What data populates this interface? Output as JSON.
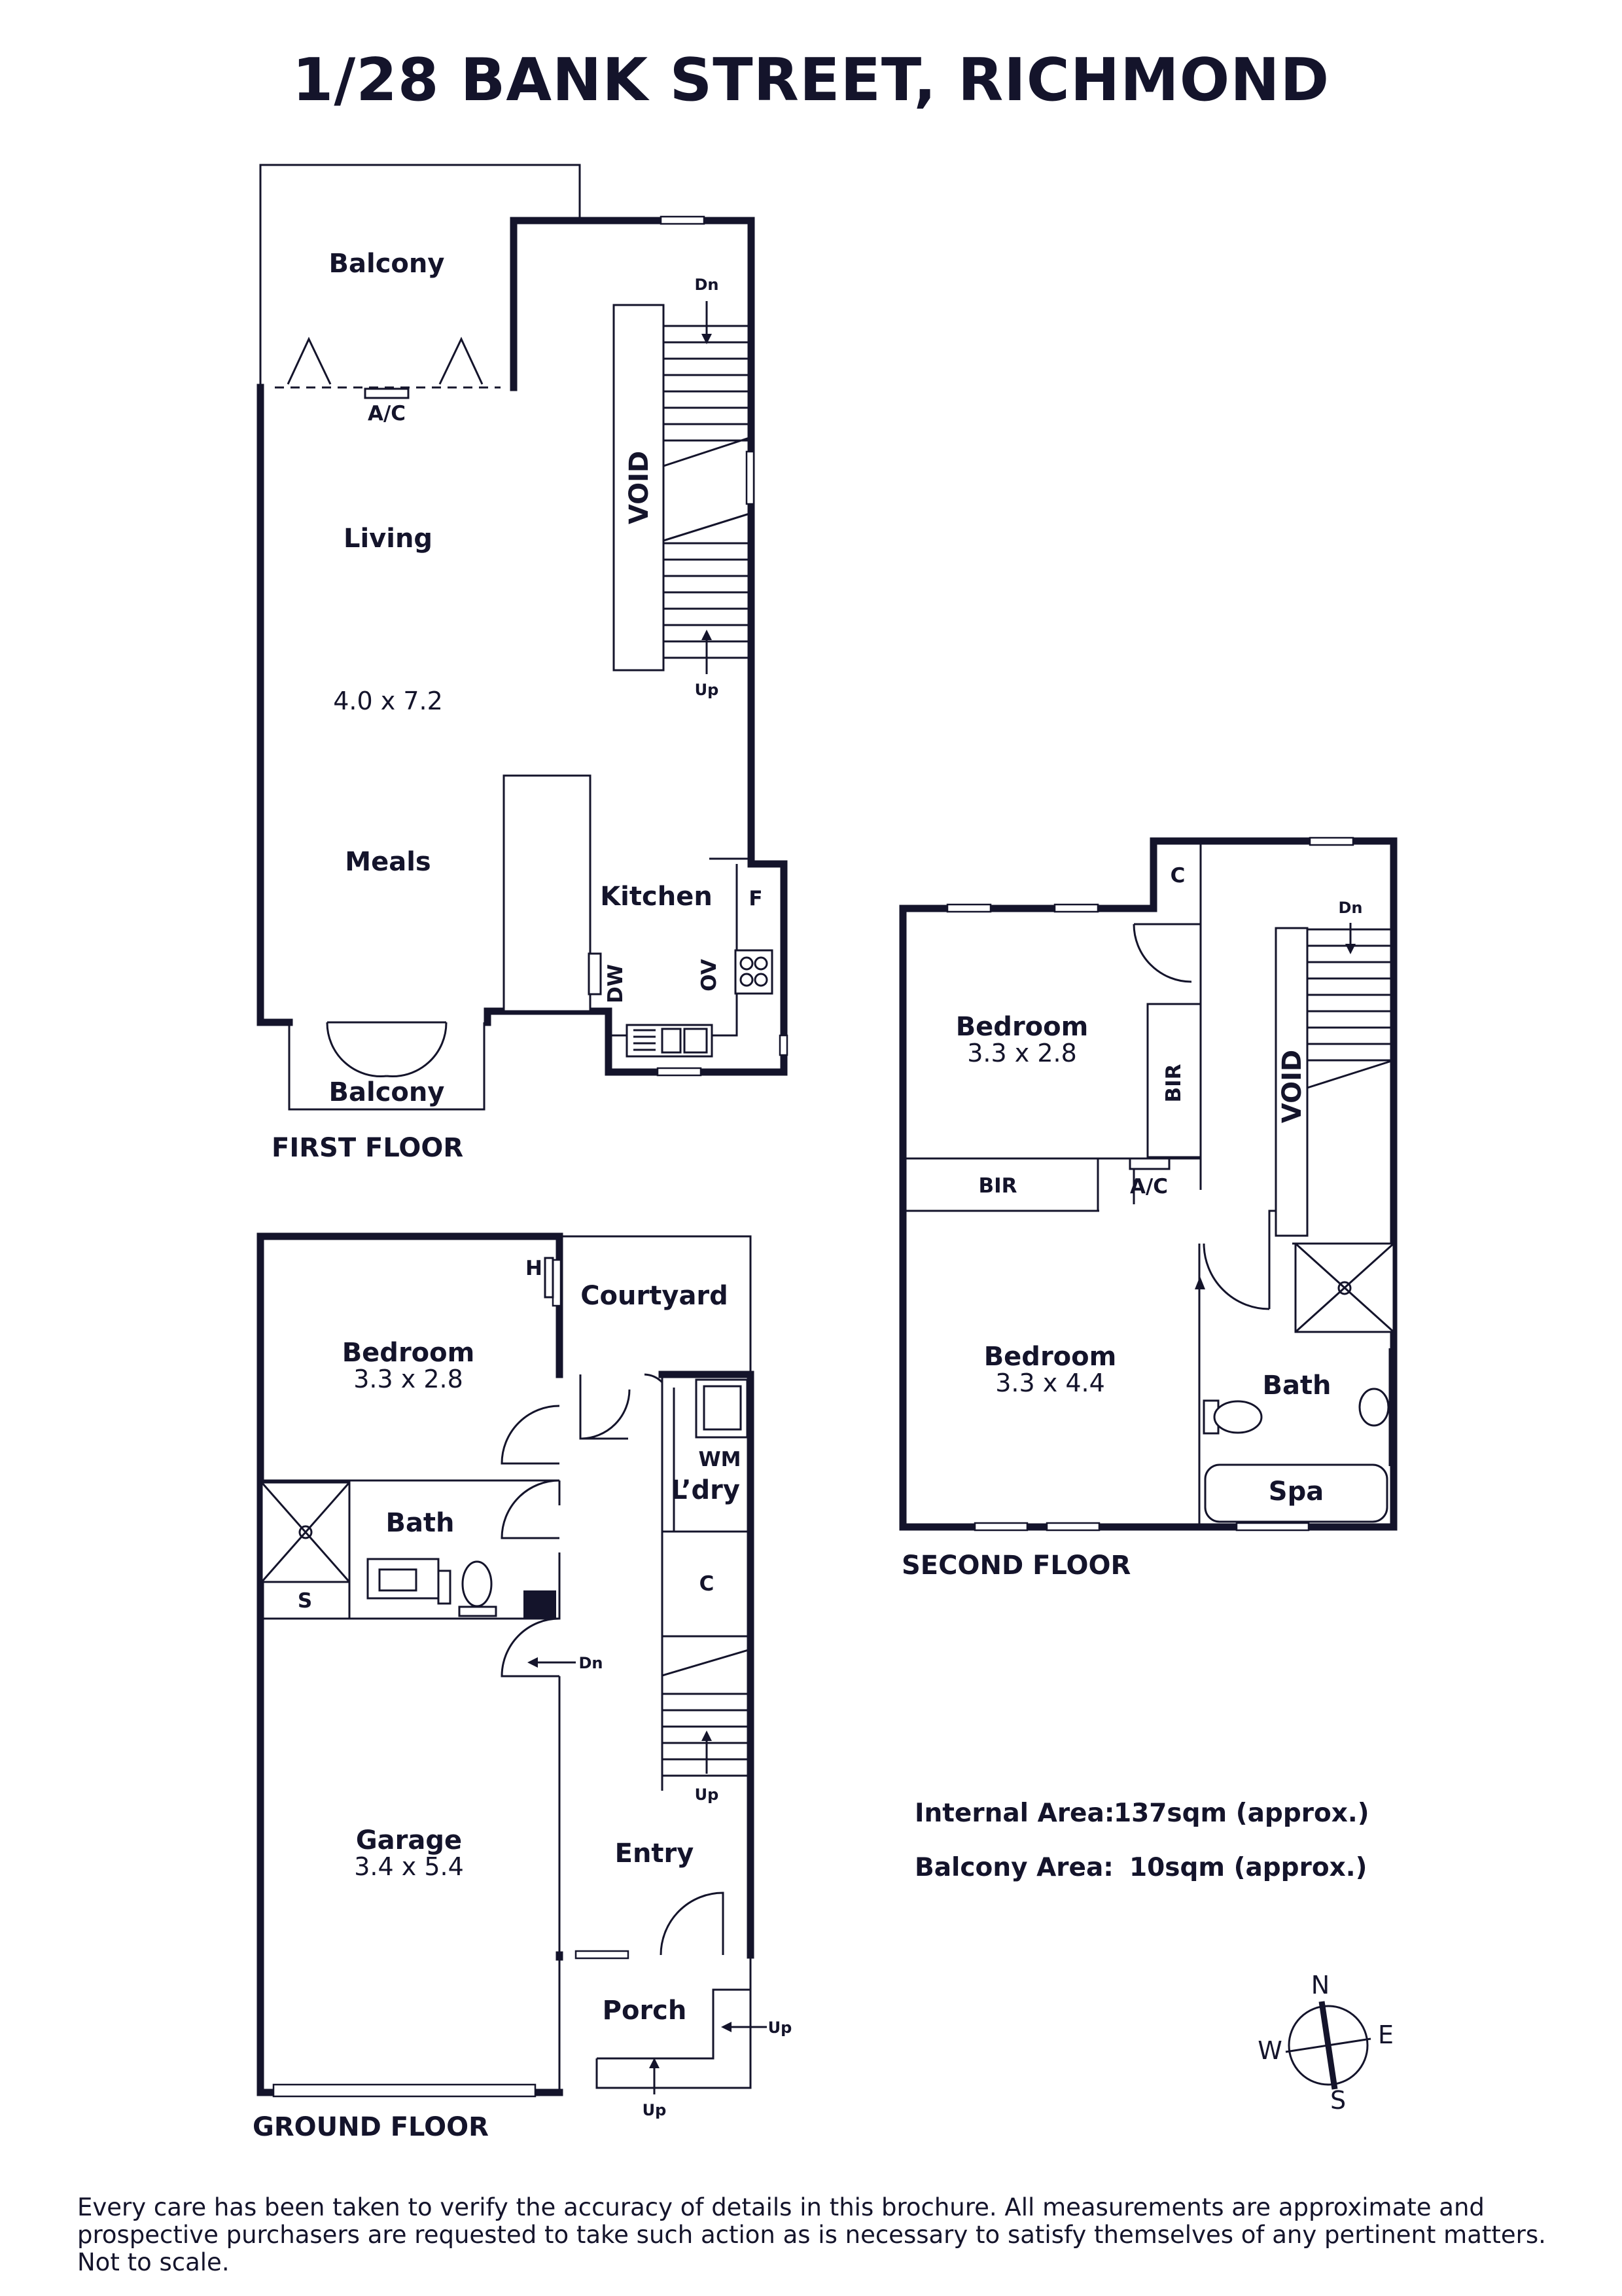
{
  "title": "1/28 BANK STREET, RICHMOND",
  "floors": {
    "first": {
      "label": "FIRST FLOOR",
      "balcony_top": "Balcony",
      "ac": "A/C",
      "living": "Living",
      "living_dim": "4.0 x 7.2",
      "meals": "Meals",
      "kitchen": "Kitchen",
      "fridge": "F",
      "dishwasher": "DW",
      "oven": "OV",
      "void": "VOID",
      "stair_dn": "Dn",
      "stair_up": "Up",
      "balcony_bottom": "Balcony"
    },
    "second": {
      "label": "SECOND FLOOR",
      "cupboard": "C",
      "bedroom1": "Bedroom",
      "bedroom1_dim": "3.3 x 2.8",
      "bir_vertical": "BIR",
      "bir_horizontal": "BIR",
      "ac": "A/C",
      "void": "VOID",
      "stair_dn": "Dn",
      "bedroom2": "Bedroom",
      "bedroom2_dim": "3.3 x 4.4",
      "bath": "Bath",
      "spa": "Spa"
    },
    "ground": {
      "label": "GROUND FLOOR",
      "heater": "H",
      "courtyard": "Courtyard",
      "bedroom": "Bedroom",
      "bedroom_dim": "3.3 x 2.8",
      "washing_machine": "WM",
      "laundry": "L’dry",
      "bath": "Bath",
      "shower": "S",
      "cupboard": "C",
      "stair_dn": "Dn",
      "stair_up": "Up",
      "garage": "Garage",
      "garage_dim": "3.4 x 5.4",
      "entry": "Entry",
      "porch": "Porch",
      "porch_up_right": "Up",
      "porch_up_bottom": "Up"
    }
  },
  "areas": {
    "internal_label": "Internal Area:",
    "internal_value": "137sqm (approx.)",
    "balcony_label": "Balcony Area:",
    "balcony_value": "10sqm (approx.)"
  },
  "compass": {
    "n": "N",
    "e": "E",
    "s": "S",
    "w": "W"
  },
  "disclaimer": "Every care has been taken to verify the accuracy of details in this brochure. All measurements are approximate and prospective purchasers are requested to take such action as is necessary to satisfy themselves of any pertinent matters. Not to scale.",
  "colors": {
    "ink": "#14142b",
    "background": "#ffffff"
  }
}
